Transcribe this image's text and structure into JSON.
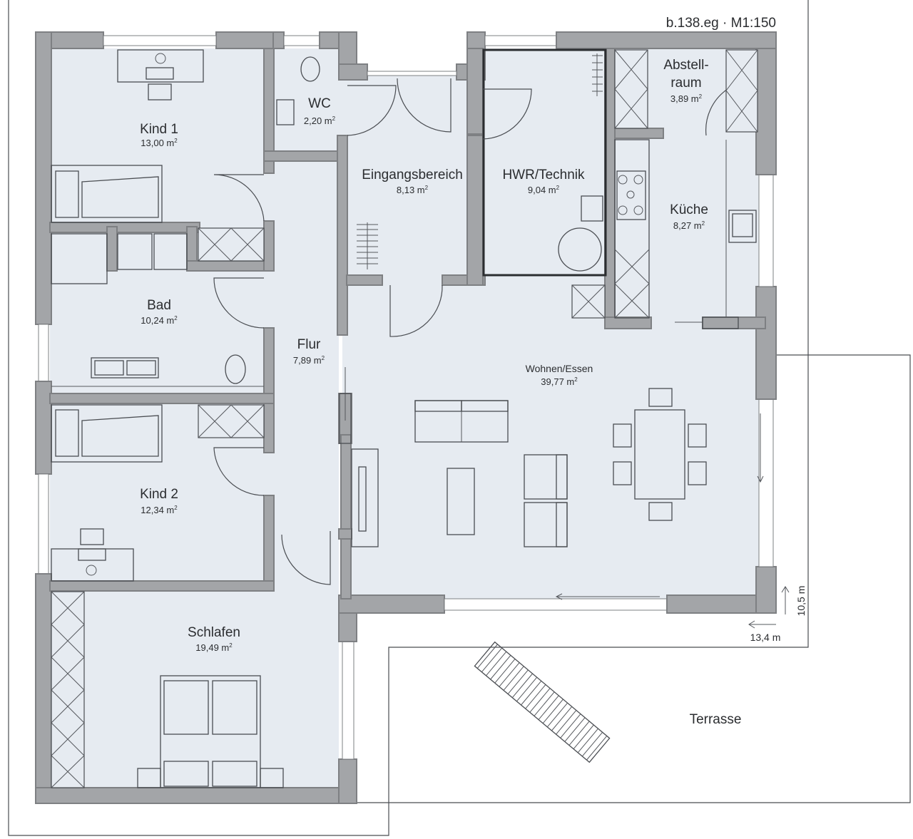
{
  "plan": {
    "code": "b.138.eg · M1:150",
    "dimension_width": "13,4 m",
    "dimension_depth": "10,5 m",
    "area_unit_sup": "2",
    "terrace": "Terrasse"
  },
  "rooms": [
    {
      "id": "kind1",
      "name": "Kind 1",
      "area": "13,00 m"
    },
    {
      "id": "wc",
      "name": "WC",
      "area": "2,20 m"
    },
    {
      "id": "eingang",
      "name": "Eingangsbereich",
      "area": "8,13 m"
    },
    {
      "id": "hwr",
      "name": "HWR/Technik",
      "area": "9,04 m"
    },
    {
      "id": "abstell",
      "name": "Abstell-",
      "name2": "raum",
      "area": "3,89 m"
    },
    {
      "id": "kueche",
      "name": "Küche",
      "area": "8,27 m"
    },
    {
      "id": "bad",
      "name": "Bad",
      "area": "10,24 m"
    },
    {
      "id": "flur",
      "name": "Flur",
      "area": "7,89 m"
    },
    {
      "id": "wohnen",
      "name": "Wohnen/Essen",
      "area": "39,77 m"
    },
    {
      "id": "kind2",
      "name": "Kind 2",
      "area": "12,34 m"
    },
    {
      "id": "schlafen",
      "name": "Schlafen",
      "area": "19,49 m"
    }
  ]
}
